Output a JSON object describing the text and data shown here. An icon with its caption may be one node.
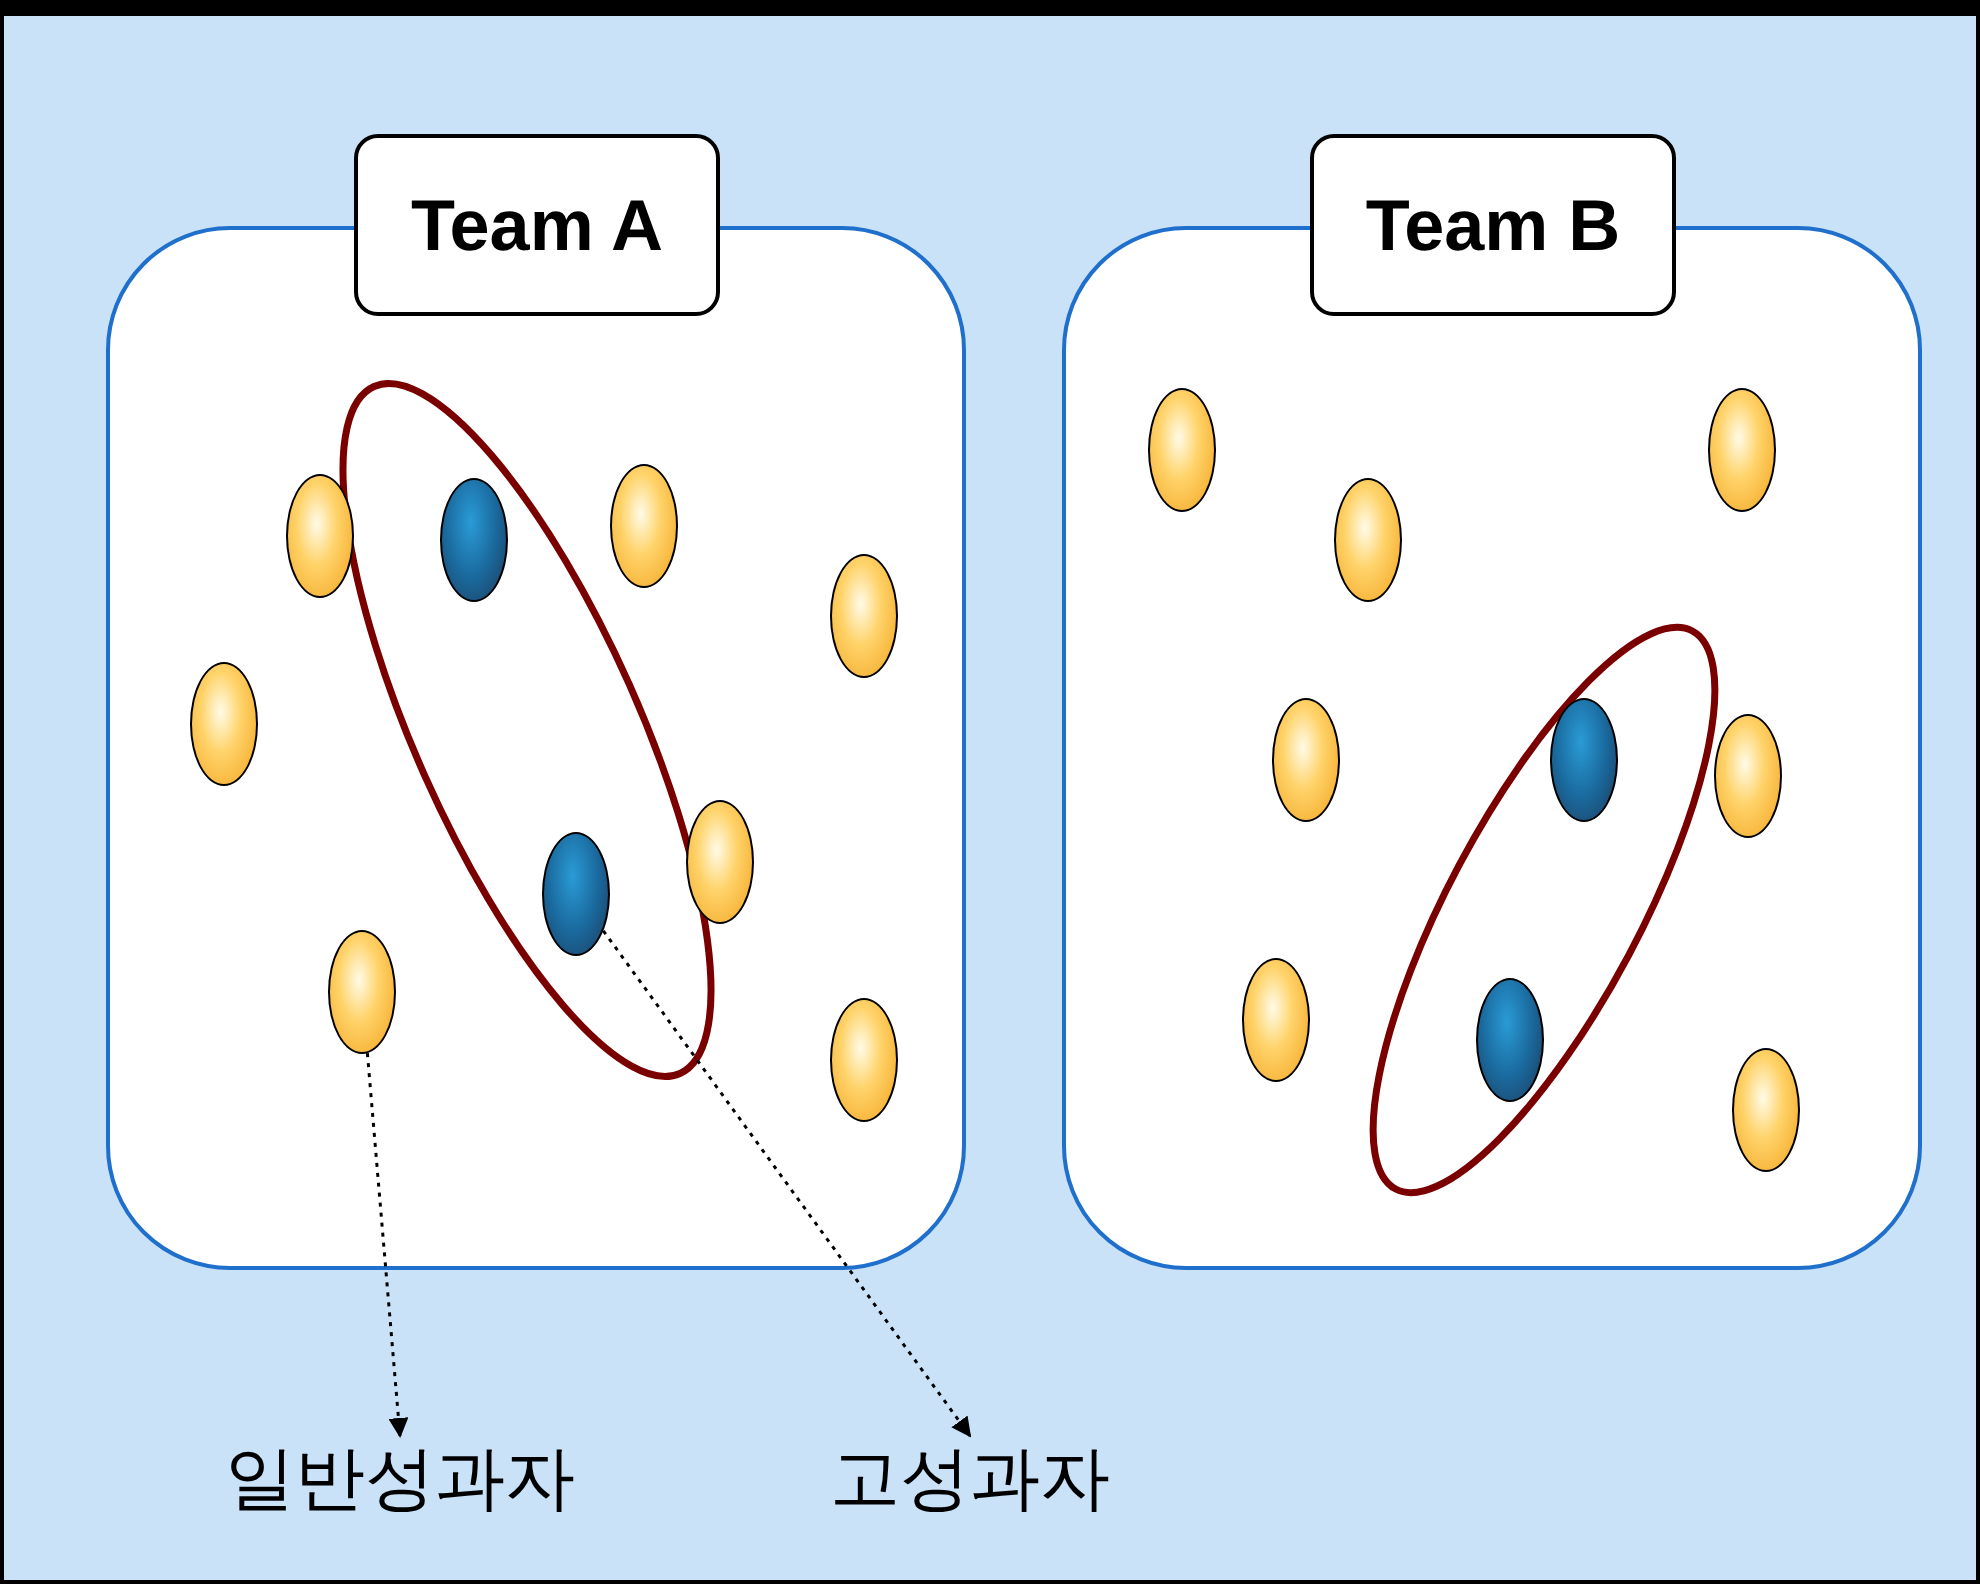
{
  "diagram": {
    "nodes": [
      {
        "text": [
          "Team A"
        ]
      },
      {
        "text": [],
        "shape": "ellipse",
        "in": 0
      },
      {
        "text": [],
        "shape": "ellipse",
        "in": 0
      },
      {
        "text": [],
        "shape": "ellipse",
        "in": 1
      },
      {
        "text": [],
        "shape": "ellipse",
        "in": 0
      },
      {
        "text": [],
        "shape": "ellipse",
        "in": 0
      },
      {
        "text": [],
        "shape": "ellipse",
        "in": 0
      },
      {
        "text": [],
        "shape": "ellipse",
        "in": 0
      },
      {
        "text": [],
        "shape": "ellipse",
        "in": 1
      },
      {
        "text": [],
        "shape": "ellipse",
        "in": 0
      },
      {
        "text": [],
        "shape": "ellipse",
        "in": 0
      },
      {
        "text": [
          "Team B"
        ]
      },
      {
        "text": [],
        "shape": "ellipse",
        "in": 11
      },
      {
        "text": [],
        "shape": "ellipse",
        "in": 11
      },
      {
        "text": [],
        "shape": "ellipse",
        "in": 11
      },
      {
        "text": [],
        "shape": "ellipse",
        "in": 11
      },
      {
        "text": [],
        "shape": "ellipse",
        "in": 11
      },
      {
        "text": [],
        "shape": "ellipse",
        "in": 12
      },
      {
        "text": [],
        "shape": "ellipse",
        "in": 11
      },
      {
        "text": [],
        "shape": "ellipse",
        "in": 11
      },
      {
        "text": [],
        "shape": "ellipse",
        "in": 12
      },
      {
        "text": [],
        "shape": "ellipse",
        "in": 11
      },
      {
        "text": [
          "일반성과자"
        ]
      },
      {
        "text": [
          "고성과자"
        ]
      }
    ],
    "edges": [
      {
        "from": 9,
        "to": 22,
        "arrow": "to",
        "style": "dashed"
      },
      {
        "from": 8,
        "to": 23,
        "arrow": "to",
        "style": "dashed"
      }
    ]
  }
}
